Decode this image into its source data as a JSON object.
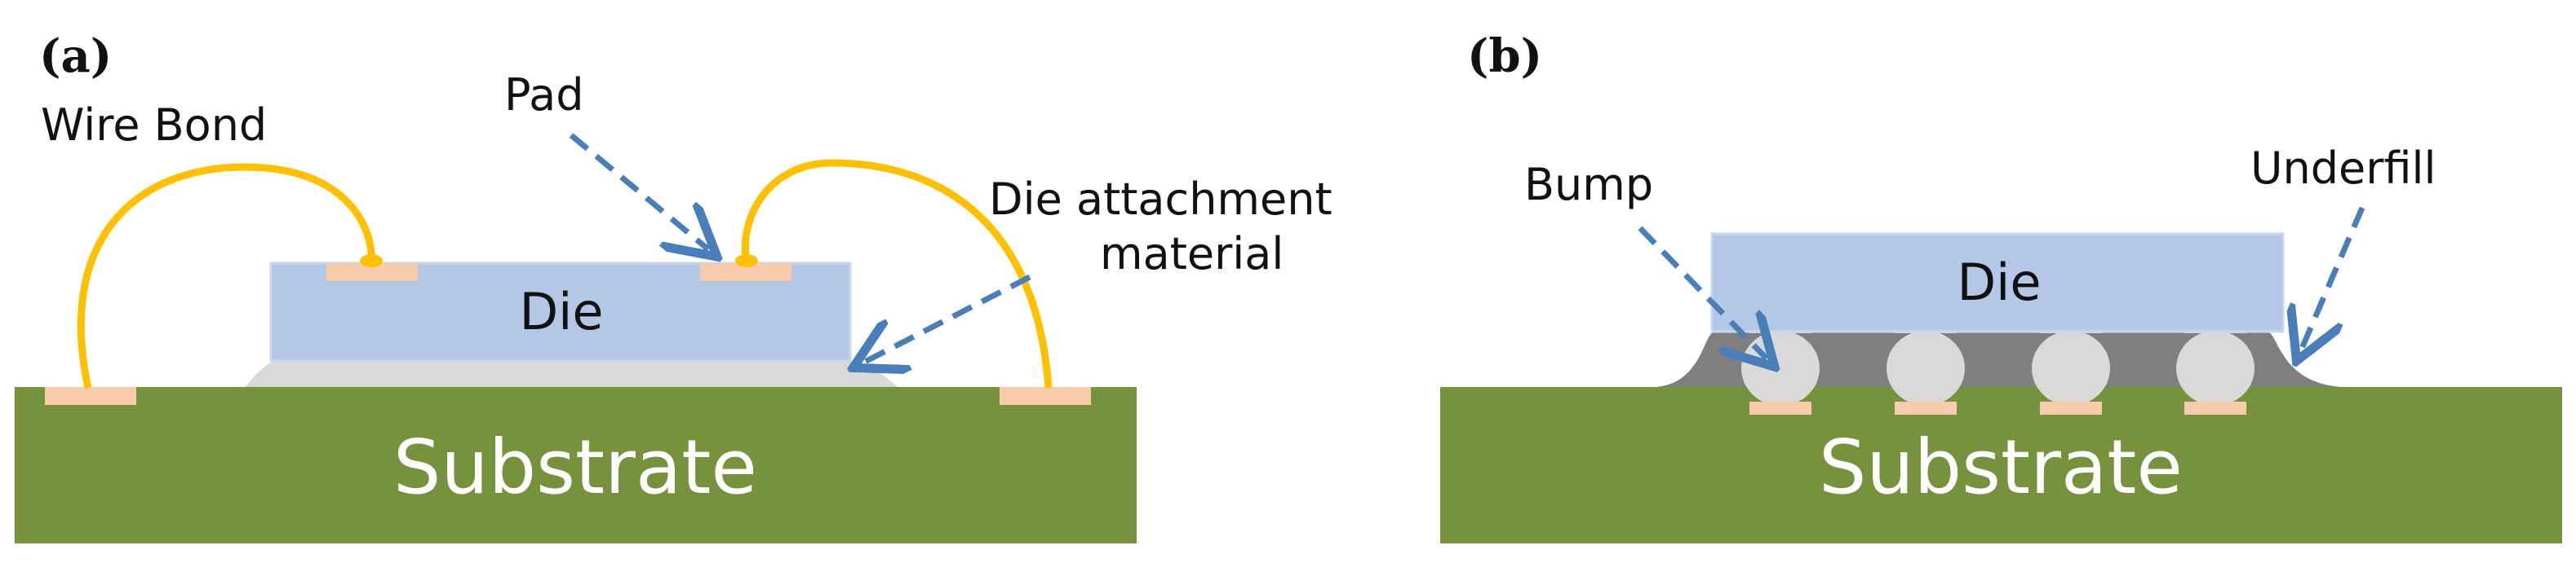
{
  "panels": [
    {
      "id": "a",
      "label": "(a)",
      "title_wire_bond": "Wire Bond",
      "title_pad": "Pad",
      "title_attach_line1": "Die attachment",
      "title_attach_line2": "material",
      "die_label": "Die",
      "substrate_label": "Substrate"
    },
    {
      "id": "b",
      "label": "(b)",
      "title_bump": "Bump",
      "title_underfill": "Underfill",
      "die_label": "Die",
      "substrate_label": "Substrate"
    }
  ],
  "colors": {
    "substrate": "#76923c",
    "die": "#b4c7e7",
    "die_border": "#c9d7ee",
    "pad": "#f8cbad",
    "wire": "#ffc000",
    "attach_material": "#d9d9d9",
    "underfill": "#7f7f7f",
    "bump": "#d9d9d9",
    "arrow": "#4a7ebb"
  }
}
